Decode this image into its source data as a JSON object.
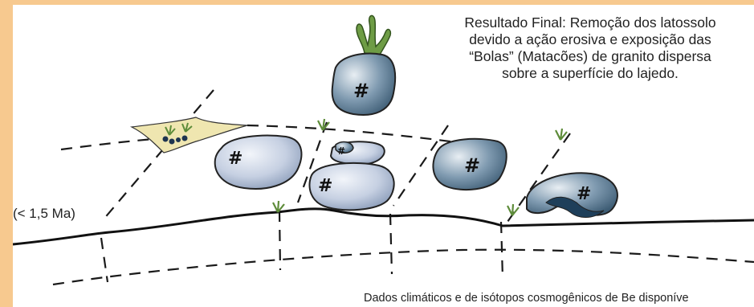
{
  "caption": {
    "line1": "Resultado Final: Remoção dos latossolo",
    "line2": "devido a ação erosiva e exposição das",
    "line3": "“Bolas” (Matacões) de granito dispersa",
    "line4": "sobre a superfície do lajedo."
  },
  "age_label": "(< 1,5 Ma)",
  "footer": "Dados climáticos e de isótopos cosmogênicos de Be disponíve",
  "colors": {
    "frame": "#f7c98f",
    "boulder_light": "#c9d3e4",
    "boulder_dark": "#3f5f78",
    "soil_patch": "#efe6b0",
    "plant": "#5e8c3a"
  }
}
